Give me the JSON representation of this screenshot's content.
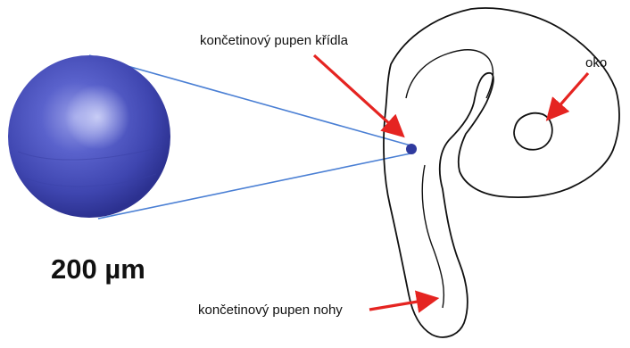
{
  "labels": {
    "wing_bud": "končetinový pupen křídla",
    "eye": "oko",
    "leg_bud": "končetinový pupen nohy",
    "scale": "200 µm"
  },
  "colors": {
    "outline": "#111111",
    "arrow": "#e52421",
    "zoom_lines": "#4a7fd4",
    "bud_sphere": "#4d55c3"
  }
}
